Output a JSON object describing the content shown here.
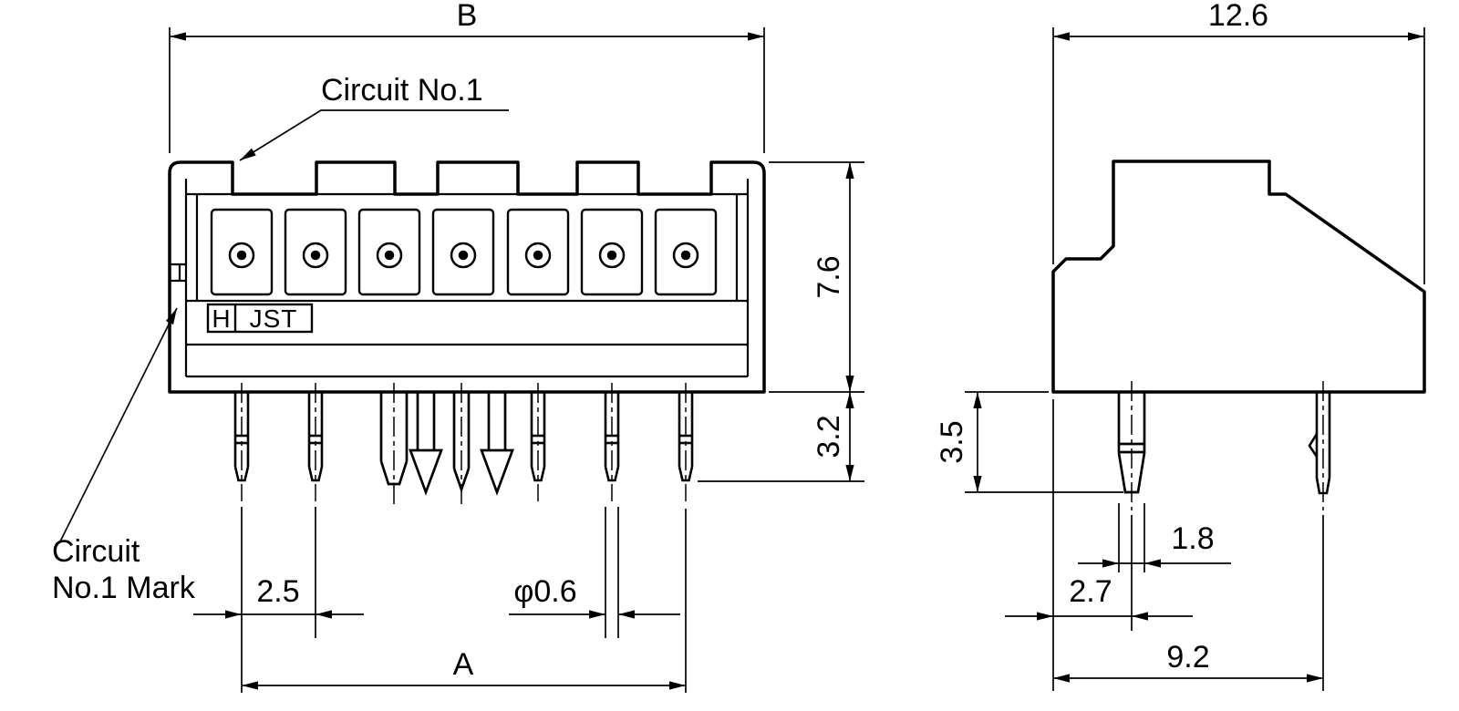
{
  "colors": {
    "background": "#ffffff",
    "line": "#000000"
  },
  "front_view": {
    "label_circuit_no1": "Circuit No.1",
    "label_circuit_mark_line1": "Circuit",
    "label_circuit_mark_line2": "No.1 Mark",
    "marking_h": "H",
    "marking_jst": "JST",
    "dim_b": "B",
    "dim_height": "7.6",
    "dim_pin_length": "3.2",
    "dim_pitch": "2.5",
    "dim_pin_dia": "φ0.6",
    "dim_a": "A"
  },
  "side_view": {
    "dim_depth": "12.6",
    "dim_pin_length": "3.5",
    "dim_post_width": "1.8",
    "dim_edge_to_post": "2.7",
    "dim_edge_to_pin": "9.2"
  }
}
